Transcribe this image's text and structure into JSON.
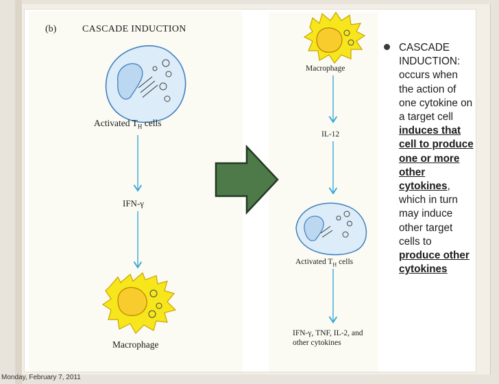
{
  "figure": {
    "panel_letter": "(b)",
    "title": "CASCADE INDUCTION",
    "left": {
      "top_cell_label": "Activated T",
      "top_cell_sub": "H",
      "top_cell_suffix": " cells",
      "mediator": "IFN-γ",
      "bottom_cell_label": "Macrophage"
    },
    "right": {
      "top_cell_label": "Macrophage",
      "mediator": "IL-12",
      "mid_cell_label": "Activated T",
      "mid_cell_sub": "H",
      "mid_cell_suffix": " cells",
      "output_line1": "IFN-γ, TNF, IL-2, and",
      "output_line2": "other cytokines"
    }
  },
  "bullet": {
    "lead": "CASCADE INDUCTION: occurs when the action of one cytokine on a target cell ",
    "em1": "induces that cell to produce one or more other cytokines",
    "mid": ", which in turn may induce other target cells to ",
    "em2": "produce other cytokines"
  },
  "footer_date": "Monday, February 7, 2011",
  "colors": {
    "arrow_blue": "#3aa7d6",
    "block_arrow_fill": "#4e7a4a",
    "cell_blue": "#dcecf8",
    "macrophage_yellow": "#f7e61c"
  }
}
